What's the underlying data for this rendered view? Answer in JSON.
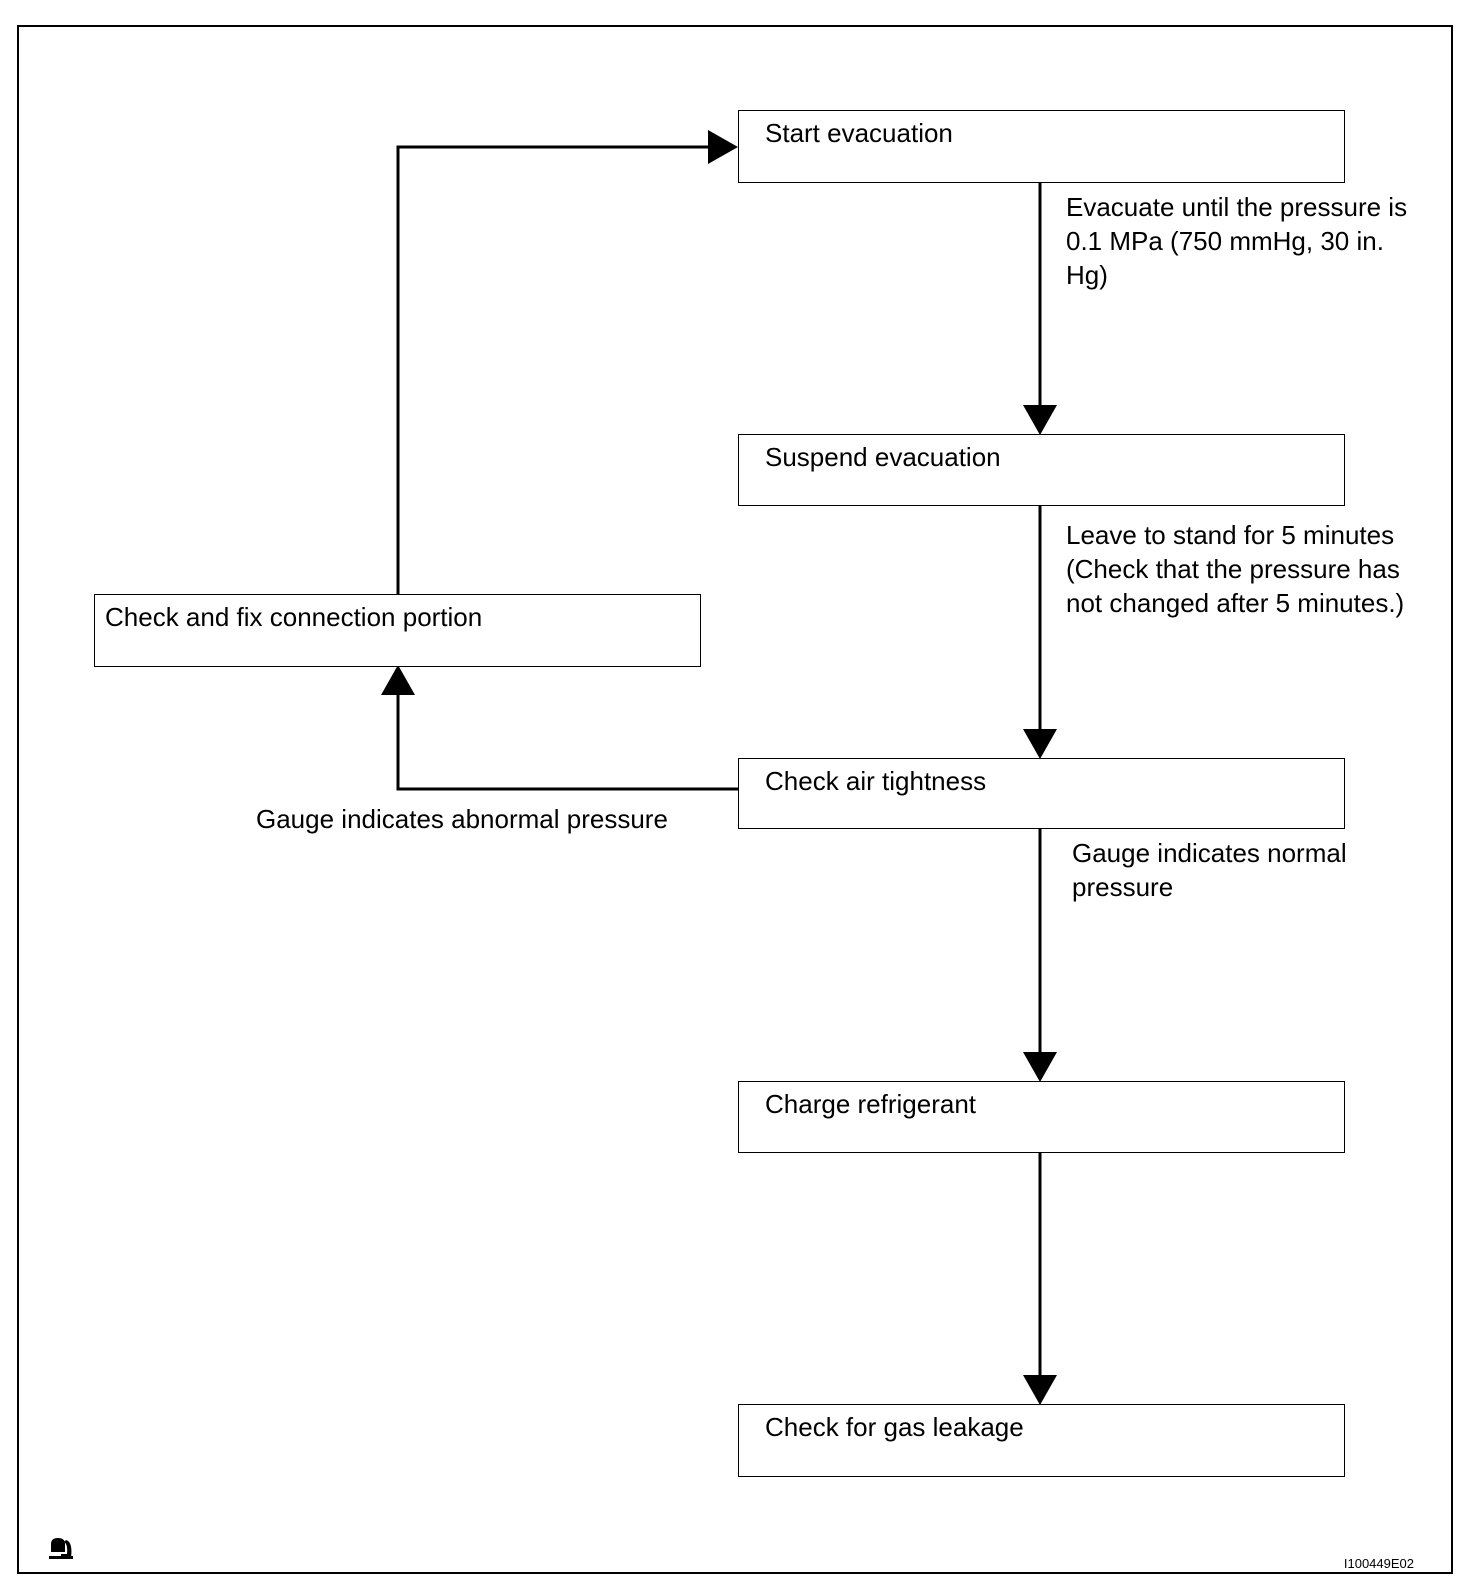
{
  "steps": {
    "start": "Start evacuation",
    "suspend": "Suspend evacuation",
    "check_air": "Check air tightness",
    "charge": "Charge refrigerant",
    "gas_leak": "Check for gas leakage",
    "fix": "Check and fix connection portion"
  },
  "notes": {
    "evacuate": [
      "Evacuate until the pressure is",
      "0.1 MPa (750 mmHg, 30 in.",
      "Hg)"
    ],
    "leave": [
      "Leave to stand for 5 minutes",
      "(Check that the pressure has",
      "not changed after 5 minutes.)"
    ],
    "normal": [
      "Gauge indicates normal",
      "pressure"
    ],
    "abnormal": "Gauge indicates abnormal pressure"
  },
  "figure_id": "I100449E02"
}
